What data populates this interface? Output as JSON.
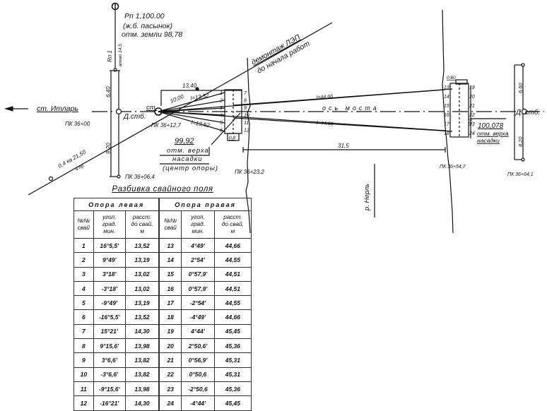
{
  "benchmark": {
    "line1": "Рп 1,100.00",
    "line2": "(ж.б. пасынок)",
    "line3": "отм. земли 98,78",
    "side_label": "Rп 1",
    "offset_label": "влево 14,5"
  },
  "station_left": {
    "direction": "ст. Итларь",
    "pk_start": "ПК 36+00",
    "pk_bottom": "ПК 36+06,4",
    "pole_label": "Д.стб.",
    "dim_top": "6,40",
    "dim_bottom": "9,20"
  },
  "power_line": {
    "dismantle_line1": "демонтаж ЛЭП",
    "dismantle_line2": "до начала работ",
    "voltage_label": "0,4 кв 21,50",
    "wires_label": "4 пр."
  },
  "left_pier": {
    "station_label": "ст.",
    "pk_center": "ПК 36+12,7",
    "dim_offset": "13,40",
    "dim_diag": "10,00",
    "len_upper": "l=13,52",
    "len_lower": "l=13,52",
    "elevation": "99,92",
    "elev_note1": "отм. верха",
    "elev_note2": "насадки",
    "elev_note3": "(центр опоры)",
    "pk_pier": "ПК 36+23,2",
    "gap": "0,8",
    "pile_numbers_left": [
      "1",
      "2",
      "3",
      "4",
      "5",
      "6"
    ],
    "pile_numbers_right": [
      "7",
      "8",
      "9",
      "10",
      "11",
      "12"
    ]
  },
  "bridge": {
    "axis_label": "ось моста",
    "len_upper": "l=44,66",
    "len_lower": "l=44,66",
    "span": "31,5",
    "river": "р. Нерль"
  },
  "right_pier": {
    "gap": "0,80",
    "elevation": "100,078",
    "elev_note1": "отм. верха",
    "elev_note2": "насадки",
    "pk_pier": "ПК 36+54,7",
    "pile_numbers_left": [
      "13",
      "14",
      "15",
      "16",
      "17",
      "18"
    ],
    "pile_numbers_right": [
      "19",
      "20",
      "21",
      "22",
      "23",
      "24"
    ],
    "side_dim": "0,8"
  },
  "station_right": {
    "pole_label": "Д. стб.",
    "dim_top": "6,60",
    "dim_bottom": "8,20",
    "pk": "ПК 36+64,1"
  },
  "table": {
    "title": "Разбивка свайного поля",
    "group_left": "Опора левая",
    "group_right": "Опора правая",
    "headers": [
      "№№\nсвай",
      "угол,\nград.\nмин.",
      "расст.\nдо свай,\nм",
      "№№\nсвай",
      "угол,\nград.\nмин.",
      "расст.\nдо свай,\nм"
    ],
    "rows": [
      [
        "1",
        "16°5,5'",
        "13,52",
        "13",
        "4°49'",
        "44,66"
      ],
      [
        "2",
        "9°49'",
        "13,19",
        "14",
        "2°54'",
        "44,55"
      ],
      [
        "3",
        "3°18'",
        "13,02",
        "15",
        "0°57,9'",
        "44,51"
      ],
      [
        "4",
        "-3°18'",
        "13,02",
        "16",
        "0°57,9'",
        "44,51"
      ],
      [
        "5",
        "-9°49'",
        "13,19",
        "17",
        "-2°54'",
        "44,55"
      ],
      [
        "6",
        "-16°5,5'",
        "13,52",
        "18",
        "-4°49'",
        "44,66"
      ],
      [
        "7",
        "15°21'",
        "14,30",
        "19",
        "4°44'",
        "45,45"
      ],
      [
        "8",
        "9°15,6'",
        "13,98",
        "20",
        "2°50,6'",
        "45,36"
      ],
      [
        "9",
        "3°6,6'",
        "13,82",
        "21",
        "0°56,9'",
        "45,31"
      ],
      [
        "10",
        "-3°6,6'",
        "13,82",
        "22",
        "0°50,6",
        "45,31"
      ],
      [
        "11",
        "-9°15,6'",
        "13,98",
        "23",
        "-2°50,6",
        "45,36"
      ],
      [
        "12",
        "-16°21'",
        "14,30",
        "24",
        "-4°44'",
        "45,45"
      ]
    ]
  }
}
